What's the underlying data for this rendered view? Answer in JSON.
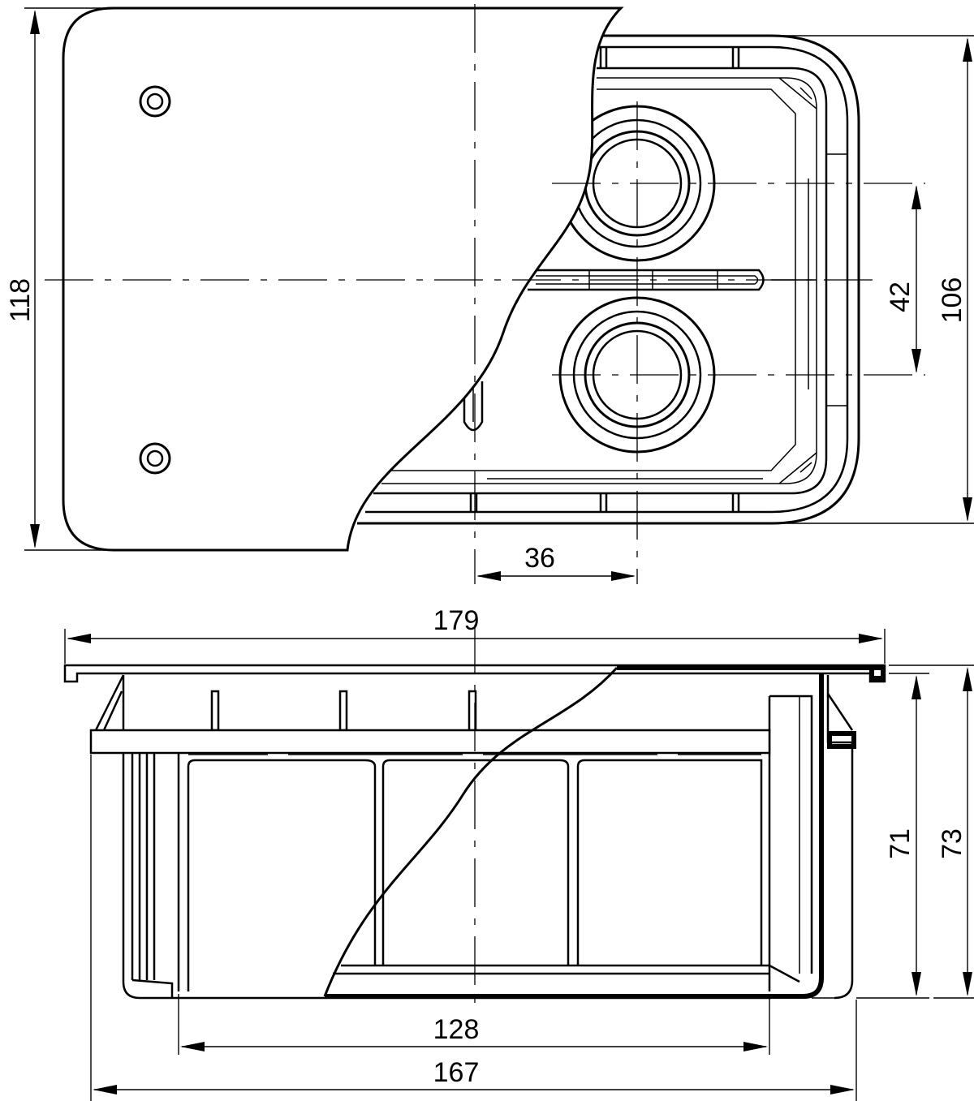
{
  "drawing": {
    "dimensions": {
      "cover_height": "118",
      "box_width": "106",
      "inlet_spacing": "42",
      "inlet_offset": "36",
      "overall_length": "179",
      "box_depth": "71",
      "overall_depth": "73",
      "bottom_inner_length": "128",
      "bottom_outer_length": "167"
    }
  }
}
